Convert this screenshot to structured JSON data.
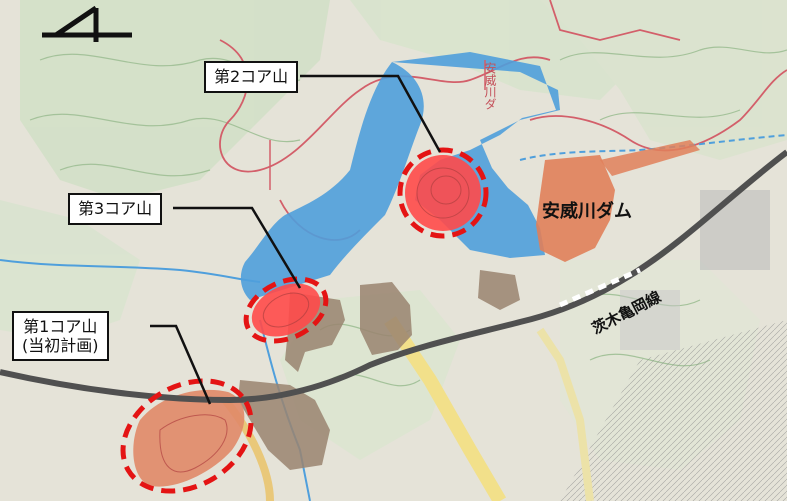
{
  "labels": {
    "core2": "第2コア山",
    "core3": "第3コア山",
    "core1_line1": "第1コア山",
    "core1_line2": "(当初計画)",
    "dam": "安威川ダム",
    "railway": "茨木亀岡線",
    "river": "安威川ダ"
  },
  "colors": {
    "reservoir": "#4f9fdc",
    "dam_body": "#e0805a",
    "core_fill": "#ff4a4a",
    "core1_fill": "#e08868",
    "brown_area": "#9a8470",
    "dashed_circle": "#e41414",
    "railway": "#505050",
    "boundary": "#d35f6a",
    "yellow_road": "#f2e08a",
    "ridge": "#9fc29a"
  },
  "icons": {
    "north_arrow": "north-arrow-icon"
  }
}
